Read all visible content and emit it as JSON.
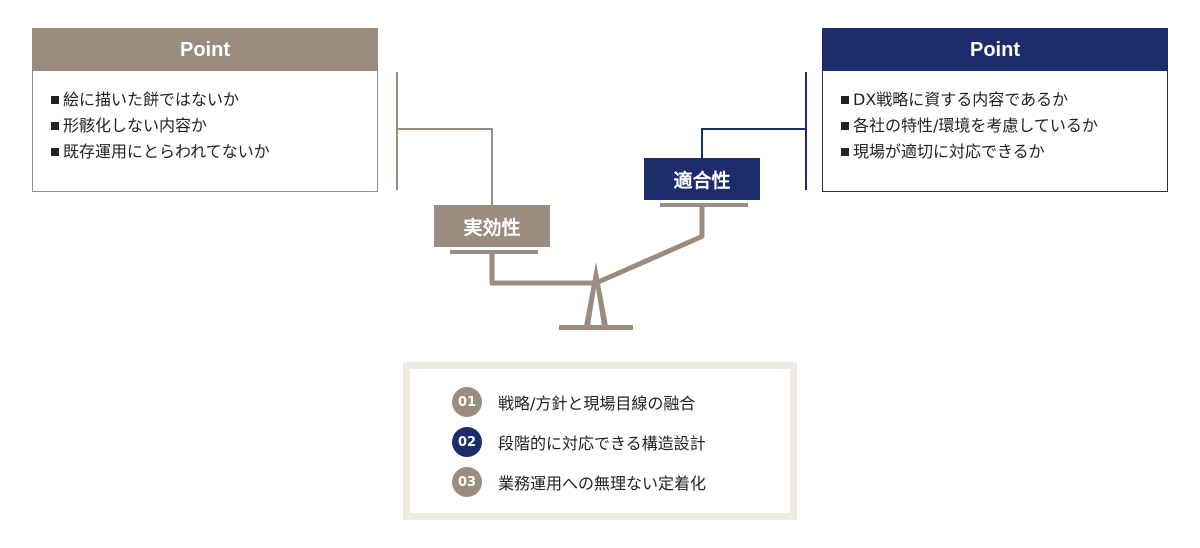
{
  "left_point": {
    "header": "Point",
    "items": [
      "絵に描いた餅ではないか",
      "形骸化しない内容か",
      "既存運用にとらわれてないか"
    ]
  },
  "right_point": {
    "header": "Point",
    "items": [
      "DX戦略に資する内容であるか",
      "各社の特性/環境を考慮しているか",
      "現場が適切に対応できるか"
    ]
  },
  "scale": {
    "left_label": "実効性",
    "right_label": "適合性"
  },
  "steps": [
    {
      "number": "01",
      "text": "戦略/方針と現場目線の融合",
      "color": "#9a8d7f"
    },
    {
      "number": "02",
      "text": "段階的に対応できる構造設計",
      "color": "#1d2c6b"
    },
    {
      "number": "03",
      "text": "業務運用への無理ない定着化",
      "color": "#9a8d7f"
    }
  ],
  "colors": {
    "brown": "#9a8d7f",
    "navy": "#1d2c6b",
    "frame": "#efebe3"
  }
}
